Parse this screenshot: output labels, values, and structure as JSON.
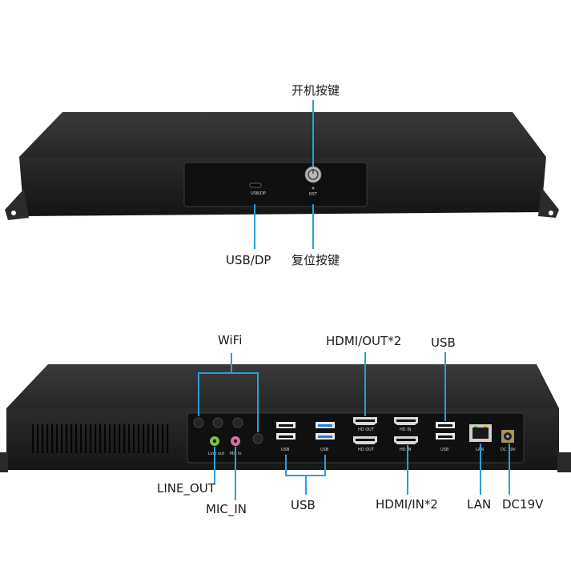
{
  "front": {
    "power_label": "开机按键",
    "usb_dp_label": "USB/DP",
    "reset_label": "复位按键",
    "port_usb_dp": "USB/DP",
    "port_rst": "RST"
  },
  "back": {
    "wifi_label": "WiFi",
    "hdmi_out_label": "HDMI/OUT*2",
    "usb_top_label": "USB",
    "line_out_label": "LINE_OUT",
    "mic_in_label": "MIC_IN",
    "usb_bottom_label": "USB",
    "hdmi_in_label": "HDMI/IN*2",
    "lan_label": "LAN",
    "dc_label": "DC19V",
    "port_line_out": "Line out",
    "port_mic_in": "Mic in",
    "port_usb_1": "USB",
    "port_usb_2": "USB",
    "port_hd_out_1": "HD OUT",
    "port_hd_out_2": "HD OUT",
    "port_hd_in_1": "HD IN",
    "port_hd_in_2": "HD IN",
    "port_usb_3": "USB",
    "port_lan": "LAN",
    "port_dc": "DC 19V"
  },
  "colors": {
    "callout_line": "#2a9fd8",
    "chassis": "#1e1e1e",
    "usb3_blue": "#1f7fd6",
    "audio_green": "#7cc242",
    "audio_pink": "#e56aa8"
  }
}
